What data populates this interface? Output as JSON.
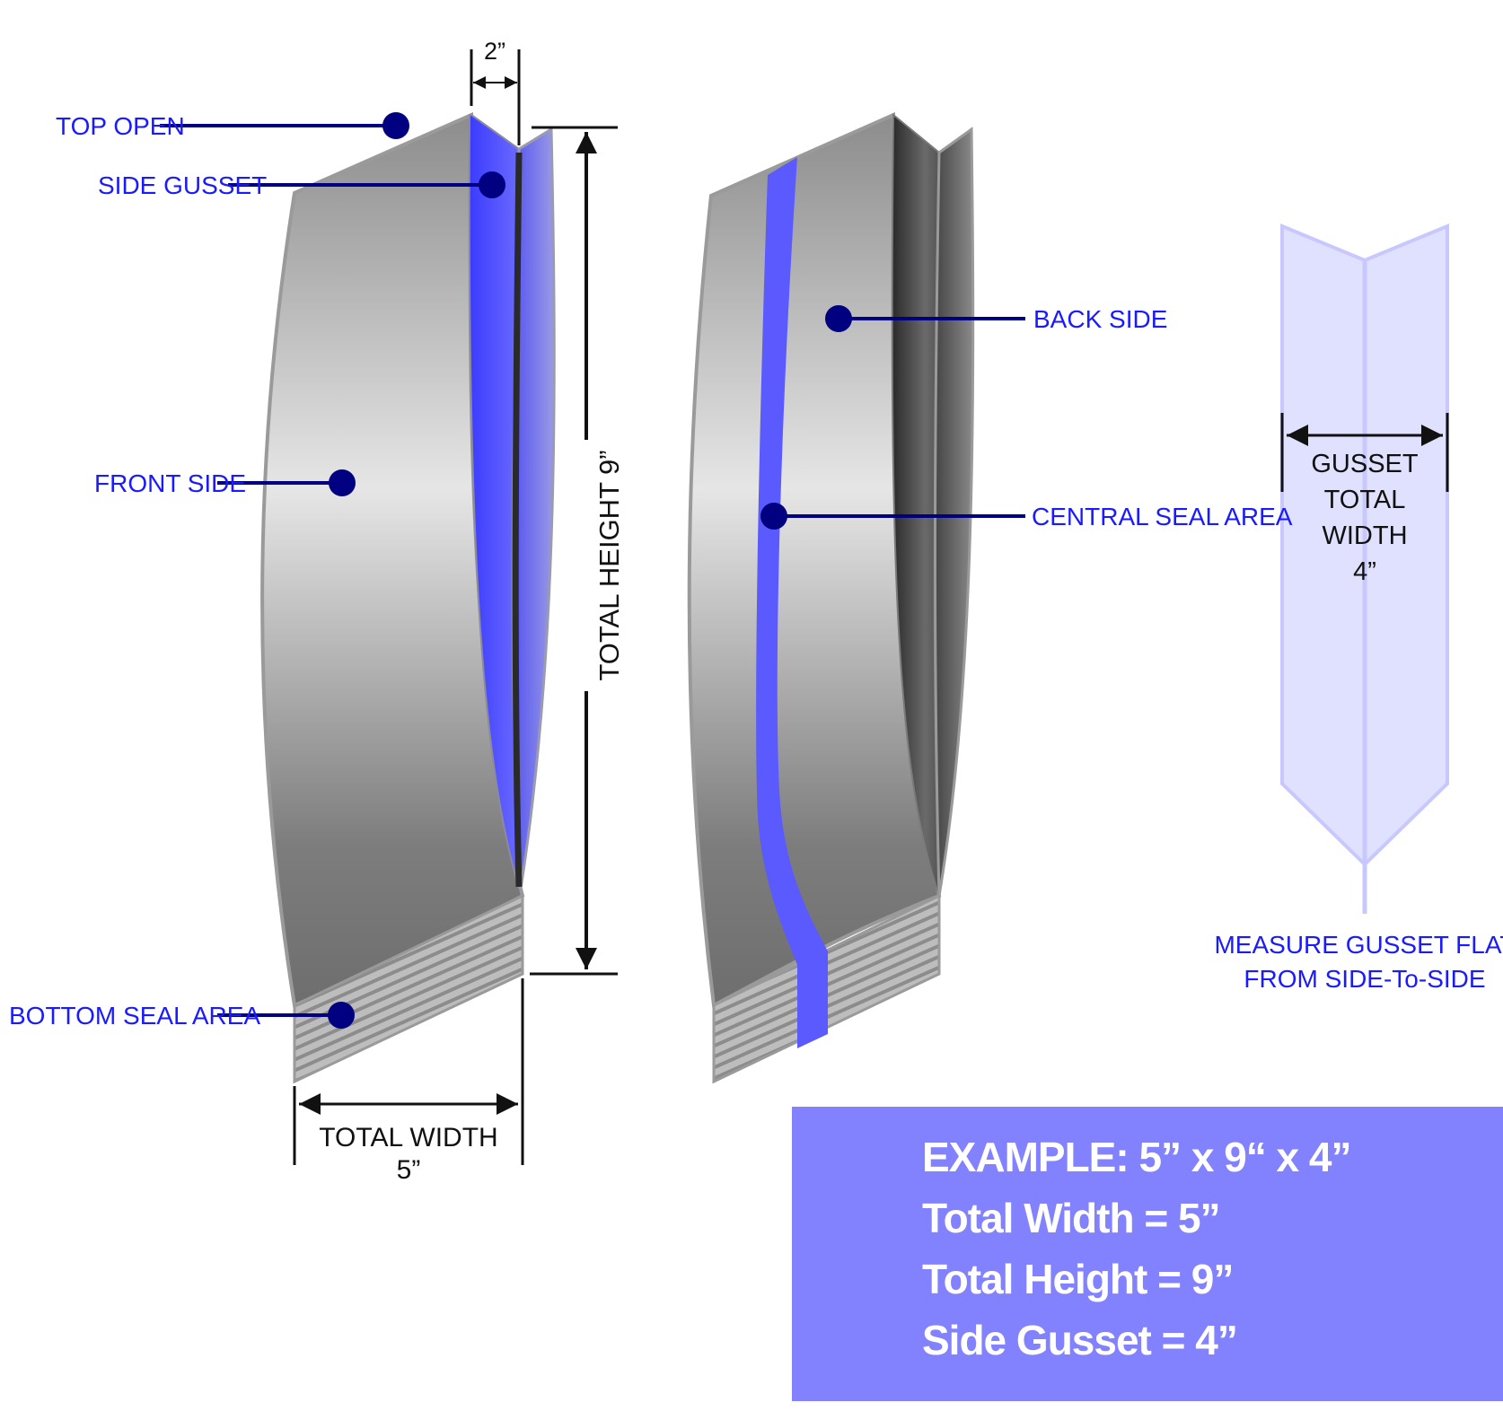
{
  "callouts": {
    "top_open": "TOP OPEN",
    "side_gusset": "SIDE GUSSET",
    "front_side": "FRONT SIDE",
    "bottom_seal_area": "BOTTOM SEAL AREA",
    "back_side": "BACK SIDE",
    "central_seal_area": "CENTRAL SEAL AREA"
  },
  "dimensions": {
    "gusset_fold": "2”",
    "total_height": "TOTAL HEIGHT 9”",
    "total_width_label": "TOTAL WIDTH",
    "total_width_value": "5”"
  },
  "gusset_flat": {
    "line1": "GUSSET",
    "line2": "TOTAL",
    "line3": "WIDTH",
    "value": "4”",
    "note_line1": "MEASURE GUSSET FLAT",
    "note_line2": "FROM SIDE-To-SIDE"
  },
  "example": {
    "line1": "EXAMPLE: 5” x 9“ x 4”",
    "line2": "Total Width = 5”",
    "line3": "Total Height = 9”",
    "line4": "Side Gusset = 4”"
  },
  "colors": {
    "callout_text": "#1a1aff",
    "callout_line": "#000080",
    "seal_stripe": "#5a5aff",
    "example_box": "#8282ff",
    "gusset_flat_fill": "#e0e0ff"
  }
}
